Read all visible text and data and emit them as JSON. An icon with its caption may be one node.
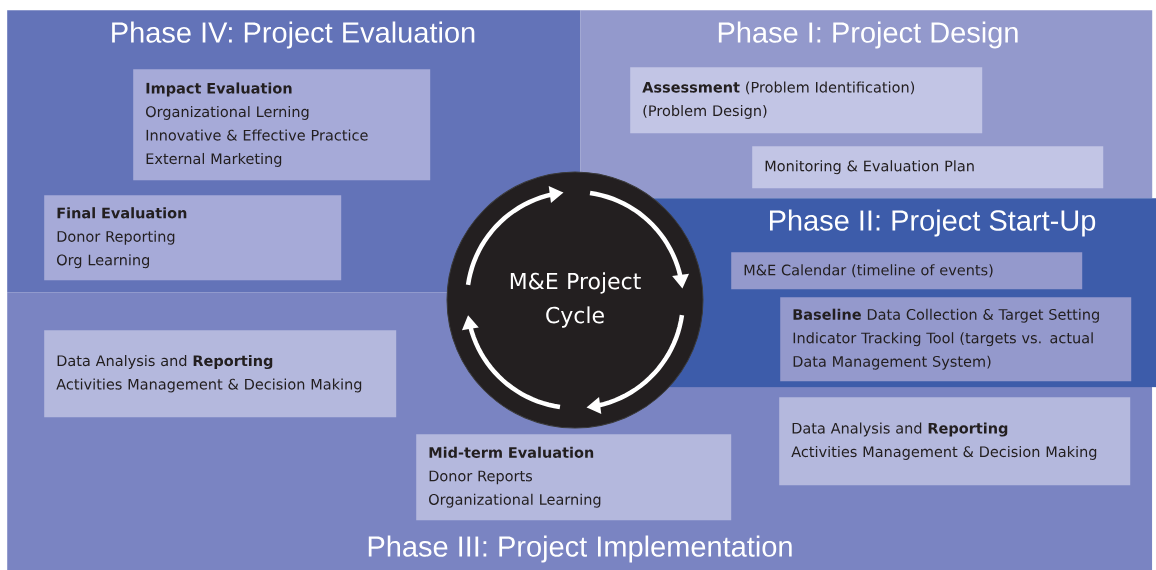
{
  "diagram": {
    "nodes": [
      {
        "text": [
          "Phase IV: Project Evaluation"
        ]
      },
      {
        "text": [
          "Impact Evaluation",
          "Organizational Lerning",
          "Innovative & Effective Practice",
          "External Marketing"
        ],
        "in": 0
      },
      {
        "text": [
          "Final Evaluation",
          "Donor Reporting",
          "Org Learning"
        ],
        "in": 0
      },
      {
        "text": [
          "Phase I: Project Design"
        ]
      },
      {
        "text": [
          "**Assessment** (Problem Identification) (Problem Design)"
        ],
        "in": 3
      },
      {
        "text": [
          "Monitoring & Evaluation Plan"
        ],
        "in": 3
      },
      {
        "text": [
          "Phase II: Project Start-Up"
        ]
      },
      {
        "text": [
          "M&E Calendar (timeline of events)"
        ],
        "in": 6
      },
      {
        "text": [
          "**Baseline** Data Collection & Target Setting Indicator Tracking Tool (targets vs. actual Data Management System)"
        ]
      },
      {
        "text": [
          "Phase III: Project Implementation"
        ]
      },
      {
        "text": [
          "Data Analysis and **Reporting**",
          "Activities Management & Decision Making"
        ],
        "in": 9
      },
      {
        "text": [
          "Mid-term Evaluation",
          "Donor Reports",
          "Organizational Learning"
        ],
        "in": 9
      },
      {
        "text": [
          "Data Analysis and **Reporting**",
          "Activities Management & Decision Making"
        ],
        "in": 9
      },
      {
        "text": [
          "M&E Project Cycle"
        ]
      }
    ]
  }
}
